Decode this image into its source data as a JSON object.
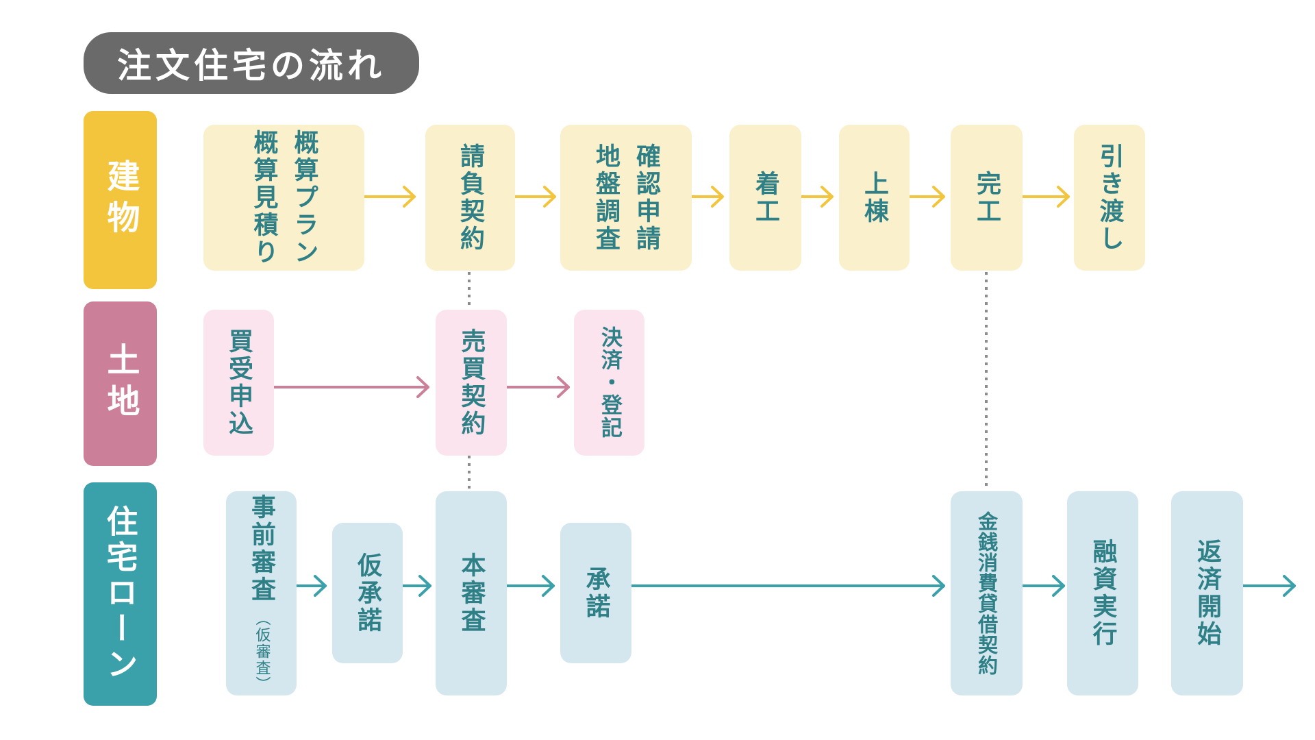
{
  "title": "注文住宅の流れ",
  "lanes": {
    "building": "建物",
    "land": "土地",
    "loan": "住宅ローン"
  },
  "building_steps": [
    "概算プラン\n概算見積り",
    "請負契約",
    "確認申請\n地盤調査",
    "着工",
    "上棟",
    "完工",
    "引き渡し"
  ],
  "building": {
    "step1_col1": "概算プラン",
    "step1_col2": "概算見積り",
    "step2": "請負契約",
    "step3_col1": "確認申請",
    "step3_col2": "地盤調査",
    "step4": "着工",
    "step5": "上棟",
    "step6": "完工",
    "step7": "引き渡し"
  },
  "land": {
    "step1": "買受申込",
    "step2": "売買契約",
    "step3": "決済・登記"
  },
  "loan": {
    "step1": "事前審査",
    "step1_note": "（仮審査）",
    "step2": "仮承諾",
    "step3": "本審査",
    "step4": "承諾",
    "step5": "金銭消費貸借契約",
    "step6": "融資実行",
    "step7": "返済開始"
  },
  "colors": {
    "building_lane": "#f2c53d",
    "land_lane": "#cc7f98",
    "loan_lane": "#3aa0aa",
    "building_arrow": "#f2c53d",
    "land_arrow": "#cc7f98",
    "loan_arrow": "#3aa0aa",
    "text": "#2e7f86",
    "title_bg": "#6a6a6a"
  }
}
